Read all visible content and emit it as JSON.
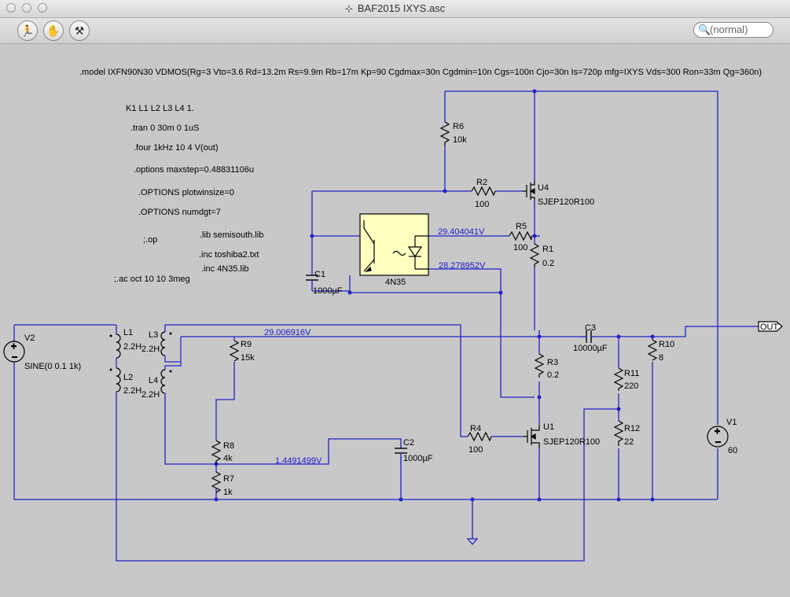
{
  "window": {
    "title": "BAF2015 IXYS.asc",
    "title_icon": "schematic-icon",
    "search_value": "(normal)"
  },
  "toolbar": {
    "buttons": [
      "run-icon",
      "pan-hand-icon",
      "probe-icon"
    ]
  },
  "directives": {
    "model": ".model IXFN90N30 VDMOS(Rg=3 Vto=3.6 Rd=13.2m Rs=9.9m Rb=17m Kp=90 Cgdmax=30n Cgdmin=10n Cgs=100n Cjo=30n Is=720p mfg=IXYS Vds=300 Ron=33m Qg=360n)",
    "k": "K1 L1 L2 L3 L4 1.",
    "tran": ".tran 0 30m 0 1uS",
    "four": ".four 1kHz 10 4 V(out)",
    "options_maxstep": ".options maxstep=0.48831106u",
    "options_plotwin": ".OPTIONS plotwinsize=0",
    "options_numdgt": ".OPTIONS numdgt=7",
    "op": ";.op",
    "lib": ".lib semisouth.lib",
    "inc_toshiba": ".inc toshiba2.txt",
    "inc_4n35": ".inc 4N35.lib",
    "ac": ";.ac oct 10 10 3meg"
  },
  "components": {
    "R6": {
      "name": "R6",
      "value": "10k"
    },
    "R2": {
      "name": "R2",
      "value": "100"
    },
    "R5": {
      "name": "R5",
      "value": "100"
    },
    "R1": {
      "name": "R1",
      "value": "0.2"
    },
    "R3": {
      "name": "R3",
      "value": "0.2"
    },
    "R4": {
      "name": "R4",
      "value": "100"
    },
    "R9": {
      "name": "R9",
      "value": "15k"
    },
    "R8": {
      "name": "R8",
      "value": "4k"
    },
    "R7": {
      "name": "R7",
      "value": "1k"
    },
    "R10": {
      "name": "R10",
      "value": "8"
    },
    "R11": {
      "name": "R11",
      "value": "220"
    },
    "R12": {
      "name": "R12",
      "value": "22"
    },
    "C1": {
      "name": "C1",
      "value": "1000µF"
    },
    "C2": {
      "name": "C2",
      "value": "1000µF"
    },
    "C3": {
      "name": "C3",
      "value": "10000µF"
    },
    "L1": {
      "name": "L1",
      "value": "2.2H"
    },
    "L2": {
      "name": "L2",
      "value": "2.2H"
    },
    "L3": {
      "name": "L3",
      "value": "2.2H"
    },
    "L4": {
      "name": "L4",
      "value": "2.2H"
    },
    "V1": {
      "name": "V1",
      "value": "60"
    },
    "V2": {
      "name": "V2",
      "value": "SINE(0 0.1 1k)"
    },
    "U4": {
      "name": "U4",
      "value": "SJEP120R100"
    },
    "U1": {
      "name": "U1",
      "value": "SJEP120R100"
    },
    "OPTO": {
      "name": "4N35"
    }
  },
  "net_labels": {
    "n1": "29.404041V",
    "n2": "28.278952V",
    "n3": "29.006916V",
    "n4": "1.4491499V",
    "out": "OUT"
  },
  "colors": {
    "wire": "#2222cc",
    "component": "#000000",
    "background": "#c8c8c8",
    "opto_fill": "#ffffc0"
  }
}
